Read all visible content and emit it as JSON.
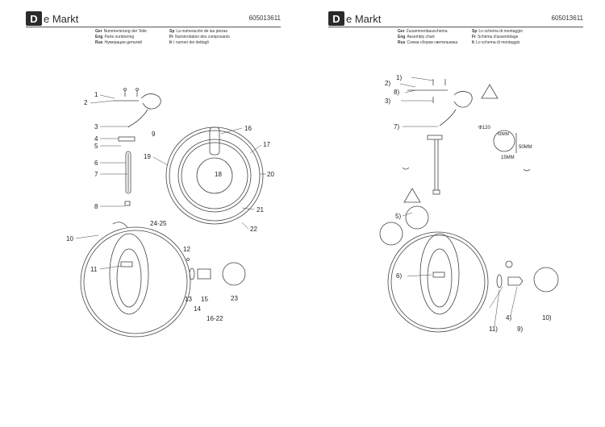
{
  "left": {
    "brand": {
      "box": "D",
      "text": "e Markt"
    },
    "code": "605013611",
    "legend": [
      [
        {
          "lang": "Ger",
          "text": "Nummerierung der Teile"
        },
        {
          "lang": "Sp",
          "text": "La numeración de las piezas"
        }
      ],
      [
        {
          "lang": "Eng",
          "text": "Parts numbering"
        },
        {
          "lang": "Fr",
          "text": "Numérotation des composants"
        }
      ],
      [
        {
          "lang": "Rus",
          "text": "Нумерация деталей"
        },
        {
          "lang": "It",
          "text": "I numeri dei dettagli"
        }
      ]
    ],
    "labels": {
      "l1": "1",
      "l2": "2",
      "l3": "3",
      "l4": "4",
      "l5": "5",
      "l6": "6",
      "l7": "7",
      "l8": "8",
      "l9": "9",
      "l10": "10",
      "l11": "11",
      "l12": "12",
      "l13": "13",
      "l14": "14",
      "l15": "15",
      "l16": "16",
      "l16_22": "16-22",
      "l17": "17",
      "l18": "18",
      "l19": "19",
      "l20": "20",
      "l21": "21",
      "l22": "22",
      "l23": "23",
      "l24_25": "24-25"
    }
  },
  "right": {
    "brand": {
      "box": "D",
      "text": "e Markt"
    },
    "code": "605013611",
    "legend": [
      [
        {
          "lang": "Ger",
          "text": "Zusammenbauschema"
        },
        {
          "lang": "Sp",
          "text": "Lo schema di montaggio"
        }
      ],
      [
        {
          "lang": "Eng",
          "text": "Assembly chart"
        },
        {
          "lang": "Fr",
          "text": "Schéma d'assemblage"
        }
      ],
      [
        {
          "lang": "Rus",
          "text": "Схема сборки светильника"
        },
        {
          "lang": "It",
          "text": "Lo schema di montaggio"
        }
      ]
    ],
    "labels": {
      "r1": "1)",
      "r2": "2)",
      "r8": "8)",
      "r3": "3)",
      "r7": "7)",
      "r5": "5)",
      "r6": "6)",
      "r4": "4)",
      "r11": "11)",
      "r9": "9)",
      "r10": "10)",
      "d120": "Φ120",
      "d60": "60MM",
      "d15": "15MM",
      "d50": "50MM"
    }
  }
}
